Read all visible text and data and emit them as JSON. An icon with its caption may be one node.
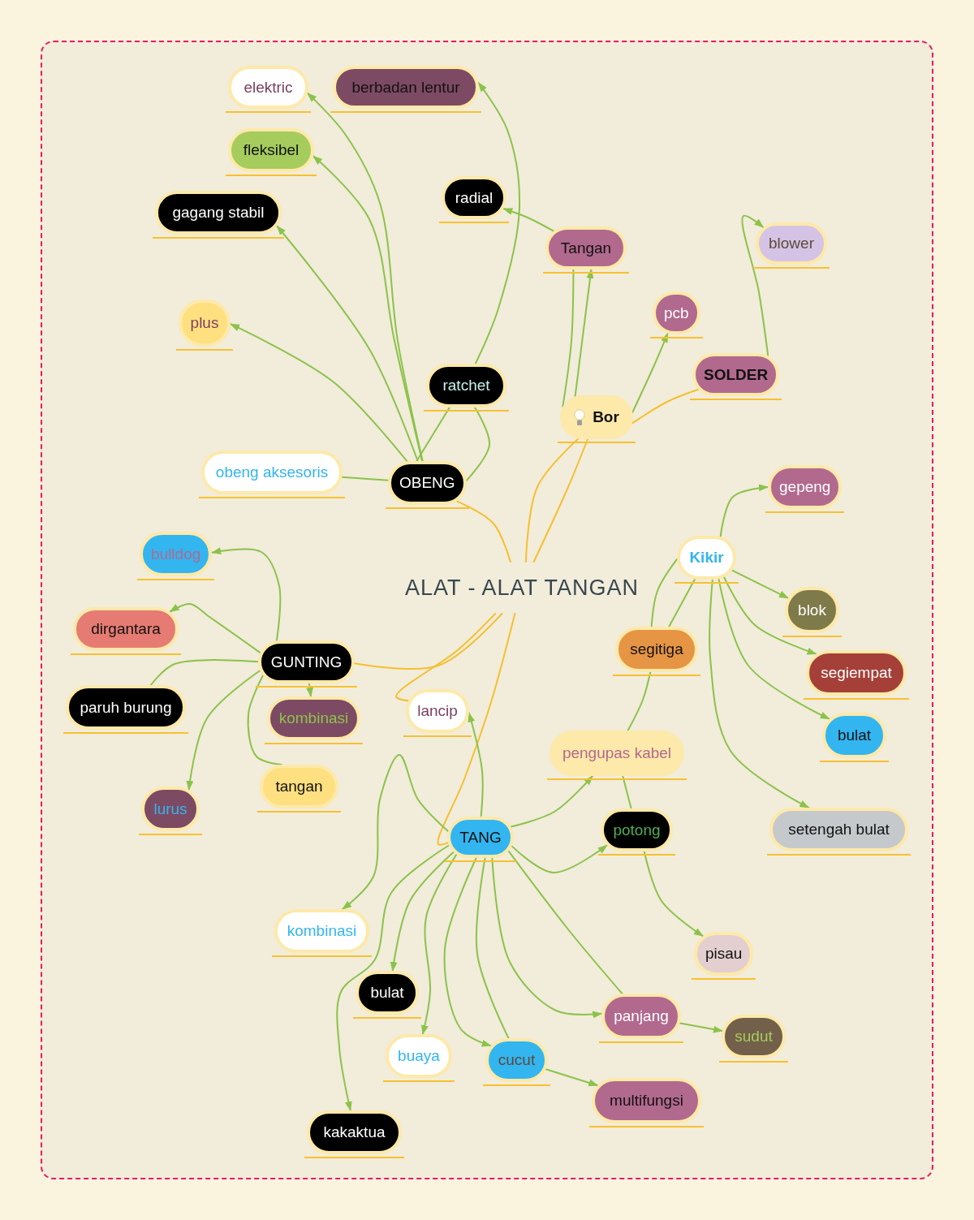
{
  "diagram": {
    "nodes": [
      {
        "text": [
          "ALAT - ALAT TANGAN"
        ]
      },
      {
        "text": [
          "elektric"
        ]
      },
      {
        "text": [
          "berbadan lentur"
        ]
      },
      {
        "text": [
          "fleksibel"
        ]
      },
      {
        "text": [
          "radial"
        ]
      },
      {
        "text": [
          "gagang stabil"
        ]
      },
      {
        "text": [
          "blower"
        ]
      },
      {
        "text": [
          "Tangan"
        ]
      },
      {
        "text": [
          "pcb"
        ]
      },
      {
        "text": [
          "plus"
        ]
      },
      {
        "text": [
          "SOLDER"
        ]
      },
      {
        "text": [
          "ratchet"
        ]
      },
      {
        "text": [
          "Bor"
        ]
      },
      {
        "text": [
          "obeng aksesoris"
        ]
      },
      {
        "text": [
          "OBENG"
        ]
      },
      {
        "text": [
          "gepeng"
        ]
      },
      {
        "text": [
          "bulldog"
        ]
      },
      {
        "text": [
          "Kikir"
        ]
      },
      {
        "text": [
          "blok"
        ]
      },
      {
        "text": [
          "dirgantara"
        ]
      },
      {
        "text": [
          "segitiga"
        ]
      },
      {
        "text": [
          "GUNTING"
        ]
      },
      {
        "text": [
          "segiempat"
        ]
      },
      {
        "text": [
          "paruh burung"
        ]
      },
      {
        "text": [
          "lancip"
        ]
      },
      {
        "text": [
          "kombinasi"
        ]
      },
      {
        "text": [
          "bulat"
        ]
      },
      {
        "text": [
          "pengupas kabel"
        ]
      },
      {
        "text": [
          "tangan"
        ]
      },
      {
        "text": [
          "lurus"
        ]
      },
      {
        "text": [
          "setengah bulat"
        ]
      },
      {
        "text": [
          "potong"
        ]
      },
      {
        "text": [
          "TANG"
        ]
      },
      {
        "text": [
          "kombinasi"
        ]
      },
      {
        "text": [
          "pisau"
        ]
      },
      {
        "text": [
          "bulat"
        ]
      },
      {
        "text": [
          "panjang"
        ]
      },
      {
        "text": [
          "sudut"
        ]
      },
      {
        "text": [
          "buaya"
        ]
      },
      {
        "text": [
          "cucut"
        ]
      },
      {
        "text": [
          "multifungsi"
        ]
      },
      {
        "text": [
          "kakaktua"
        ]
      }
    ],
    "edges": [
      {
        "from": 0,
        "to": 14,
        "arrow": "none",
        "color": "#f5c02f"
      },
      {
        "from": 0,
        "to": 12,
        "arrow": "none",
        "color": "#f5c02f"
      },
      {
        "from": 0,
        "to": 12,
        "arrow": "none",
        "color": "#f5c02f"
      },
      {
        "from": 0,
        "to": 21,
        "arrow": "none",
        "color": "#f5c02f"
      },
      {
        "from": 0,
        "to": 24,
        "arrow": "none",
        "color": "#f5c02f"
      },
      {
        "from": 0,
        "to": 32,
        "arrow": "none",
        "color": "#f5c02f"
      },
      {
        "from": 12,
        "to": 10,
        "arrow": "none",
        "color": "#f5c02f"
      },
      {
        "from": 14,
        "to": 1,
        "arrow": "to"
      },
      {
        "from": 14,
        "to": 3,
        "arrow": "to"
      },
      {
        "from": 14,
        "to": 5,
        "arrow": "to"
      },
      {
        "from": 14,
        "to": 9,
        "arrow": "to"
      },
      {
        "from": 13,
        "to": 14,
        "arrow": "none"
      },
      {
        "from": 14,
        "to": 11,
        "arrow": "none"
      },
      {
        "from": 14,
        "to": 11,
        "arrow": "none"
      },
      {
        "from": 11,
        "to": 2,
        "arrow": "to"
      },
      {
        "from": 7,
        "to": 4,
        "arrow": "to"
      },
      {
        "from": 7,
        "to": 12,
        "arrow": "none"
      },
      {
        "from": 12,
        "to": 7,
        "arrow": "to"
      },
      {
        "from": 12,
        "to": 8,
        "arrow": "to"
      },
      {
        "from": 10,
        "to": 6,
        "arrow": "to"
      },
      {
        "from": 17,
        "to": 15,
        "arrow": "to"
      },
      {
        "from": 17,
        "to": 18,
        "arrow": "to"
      },
      {
        "from": 17,
        "to": 22,
        "arrow": "to"
      },
      {
        "from": 17,
        "to": 26,
        "arrow": "to"
      },
      {
        "from": 17,
        "to": 30,
        "arrow": "to"
      },
      {
        "from": 17,
        "to": 20,
        "arrow": "none"
      },
      {
        "from": 17,
        "to": 20,
        "arrow": "none"
      },
      {
        "from": 20,
        "to": 27,
        "arrow": "none"
      },
      {
        "from": 27,
        "to": 31,
        "arrow": "none"
      },
      {
        "from": 31,
        "to": 34,
        "arrow": "to"
      },
      {
        "from": 32,
        "to": 27,
        "arrow": "to"
      },
      {
        "from": 32,
        "to": 31,
        "arrow": "to"
      },
      {
        "from": 32,
        "to": 24,
        "arrow": "to"
      },
      {
        "from": 32,
        "to": 33,
        "arrow": "to"
      },
      {
        "from": 32,
        "to": 35,
        "arrow": "to"
      },
      {
        "from": 32,
        "to": 41,
        "arrow": "to"
      },
      {
        "from": 32,
        "to": 38,
        "arrow": "to"
      },
      {
        "from": 32,
        "to": 39,
        "arrow": "to"
      },
      {
        "from": 32,
        "to": 39,
        "arrow": "none"
      },
      {
        "from": 32,
        "to": 36,
        "arrow": "to"
      },
      {
        "from": 32,
        "to": 36,
        "arrow": "none"
      },
      {
        "from": 36,
        "to": 37,
        "arrow": "to"
      },
      {
        "from": 39,
        "to": 40,
        "arrow": "to"
      },
      {
        "from": 21,
        "to": 16,
        "arrow": "to"
      },
      {
        "from": 21,
        "to": 19,
        "arrow": "to"
      },
      {
        "from": 21,
        "to": 23,
        "arrow": "none"
      },
      {
        "from": 21,
        "to": 29,
        "arrow": "to"
      },
      {
        "from": 21,
        "to": 25,
        "arrow": "to"
      },
      {
        "from": 21,
        "to": 28,
        "arrow": "none"
      }
    ]
  }
}
